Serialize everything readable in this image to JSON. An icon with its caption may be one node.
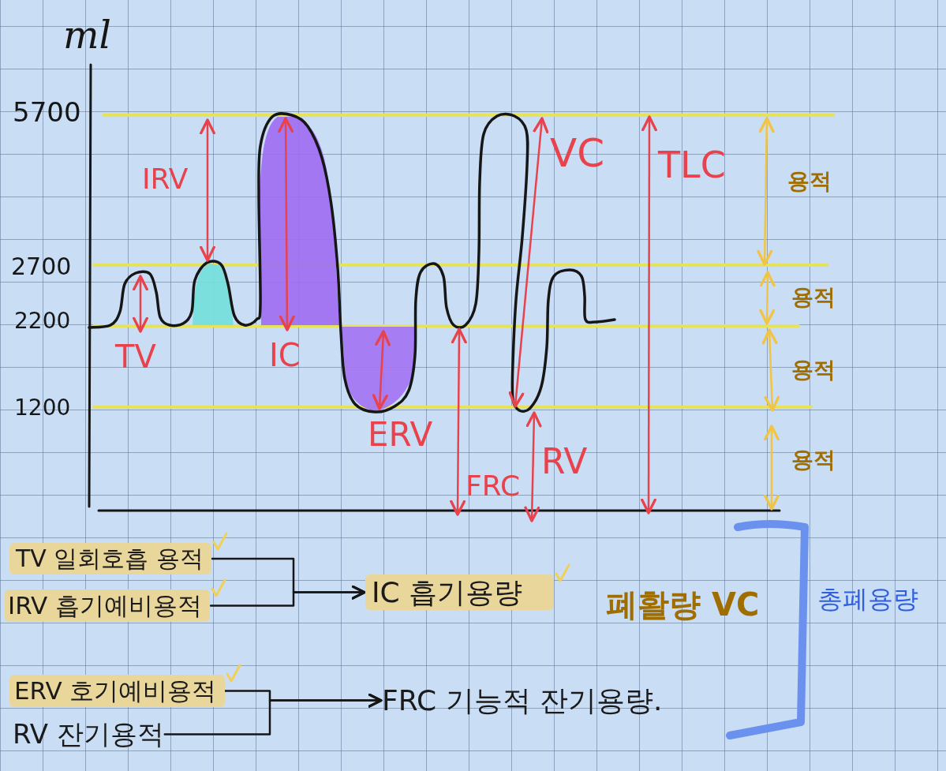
{
  "diagram": {
    "nodes": [
      {
        "text": [
          "TV 일회호흡 용적"
        ]
      },
      {
        "text": [
          "IRV 흡기예비용적"
        ]
      },
      {
        "text": [
          "IC 흡기용량"
        ]
      },
      {
        "text": [
          "ERV 호기예비용적"
        ]
      },
      {
        "text": [
          "RV 잔기용적"
        ]
      },
      {
        "text": [
          "FRC 기능적 잔기용량."
        ]
      }
    ],
    "edges": [
      {
        "from": 0,
        "to": 2,
        "arrow": "to"
      },
      {
        "from": 1,
        "to": 2,
        "arrow": "to"
      },
      {
        "from": 3,
        "to": 5,
        "arrow": "to"
      },
      {
        "from": 4,
        "to": 5,
        "arrow": "to"
      }
    ],
    "labels": [
      "ml",
      "5700",
      "IRV",
      "VC",
      "TLC",
      "용적",
      "2700",
      "용적",
      "2200",
      "TV",
      "IC",
      "용적",
      "1200",
      "ERV",
      "FRC",
      "RV",
      "용적",
      "폐활량 VC",
      "총폐용량"
    ]
  }
}
